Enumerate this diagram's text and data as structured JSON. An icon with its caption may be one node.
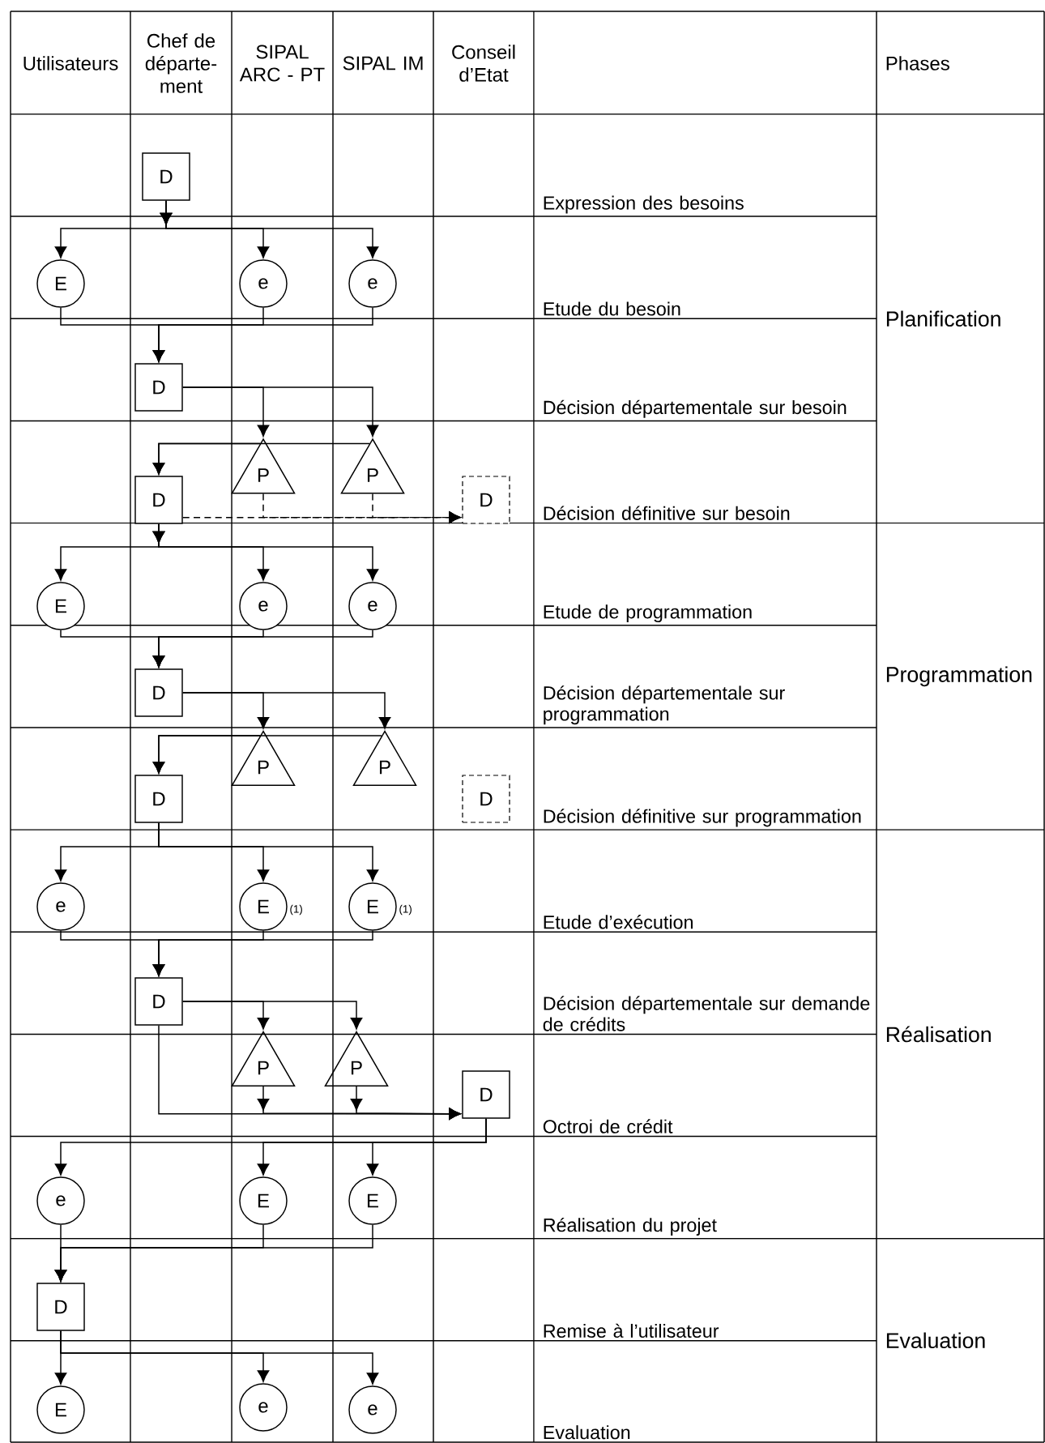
{
  "diagram": {
    "nodes": [
      {
        "text": [
          "D"
        ]
      },
      {
        "text": [
          "E"
        ]
      },
      {
        "text": [
          "e"
        ]
      },
      {
        "text": [
          "e"
        ]
      },
      {
        "text": [
          "D"
        ]
      },
      {
        "text": [
          "D"
        ]
      },
      {
        "text": [
          "P"
        ]
      },
      {
        "text": [
          "P"
        ]
      },
      {
        "text": [
          "D"
        ]
      },
      {
        "text": [
          "E"
        ]
      },
      {
        "text": [
          "e"
        ]
      },
      {
        "text": [
          "e"
        ]
      },
      {
        "text": [
          "D"
        ]
      },
      {
        "text": [
          "D"
        ]
      },
      {
        "text": [
          "P"
        ]
      },
      {
        "text": [
          "P"
        ]
      },
      {
        "text": [
          "D"
        ]
      },
      {
        "text": [
          "e"
        ]
      },
      {
        "text": [
          "E"
        ],
        "beside": [
          "(1)"
        ]
      },
      {
        "text": [
          "E"
        ],
        "beside": [
          "(1)"
        ]
      },
      {
        "text": [
          "D"
        ]
      },
      {
        "text": [
          "P"
        ]
      },
      {
        "text": [
          "P"
        ]
      },
      {
        "text": [
          "D"
        ]
      },
      {
        "text": [
          "e"
        ]
      },
      {
        "text": [
          "E"
        ]
      },
      {
        "text": [
          "E"
        ]
      },
      {
        "text": [
          "D"
        ]
      },
      {
        "text": [
          "E"
        ]
      },
      {
        "text": [
          "e"
        ]
      },
      {
        "text": [
          "e"
        ]
      }
    ],
    "edges": [
      {
        "from": 0,
        "to": 1,
        "arrow": "to"
      },
      {
        "from": 0,
        "to": 2,
        "arrow": "to"
      },
      {
        "from": 0,
        "to": 3,
        "arrow": "to"
      },
      {
        "from": 1,
        "to": 4,
        "arrow": "to"
      },
      {
        "from": 2,
        "to": 4,
        "arrow": "to"
      },
      {
        "from": 3,
        "to": 4,
        "arrow": "to"
      },
      {
        "from": 4,
        "to": 6,
        "arrow": "to"
      },
      {
        "from": 4,
        "to": 7,
        "arrow": "to"
      },
      {
        "from": 6,
        "to": 5,
        "arrow": "to"
      },
      {
        "from": 7,
        "to": 5,
        "arrow": "to"
      },
      {
        "from": 5,
        "to": 8,
        "arrow": "to",
        "style": "dashed"
      },
      {
        "from": 6,
        "to": 8,
        "arrow": "to",
        "style": "dashed"
      },
      {
        "from": 7,
        "to": 8,
        "arrow": "to",
        "style": "dashed"
      },
      {
        "from": 5,
        "to": 9,
        "arrow": "to"
      },
      {
        "from": 5,
        "to": 10,
        "arrow": "to"
      },
      {
        "from": 5,
        "to": 11,
        "arrow": "to"
      },
      {
        "from": 9,
        "to": 12,
        "arrow": "to"
      },
      {
        "from": 10,
        "to": 12,
        "arrow": "to"
      },
      {
        "from": 11,
        "to": 12,
        "arrow": "to"
      },
      {
        "from": 12,
        "to": 14,
        "arrow": "to"
      },
      {
        "from": 12,
        "to": 15,
        "arrow": "to"
      },
      {
        "from": 14,
        "to": 13,
        "arrow": "to"
      },
      {
        "from": 15,
        "to": 13,
        "arrow": "to"
      },
      {
        "from": 13,
        "to": 17,
        "arrow": "to"
      },
      {
        "from": 13,
        "to": 18,
        "arrow": "to"
      },
      {
        "from": 13,
        "to": 19,
        "arrow": "to"
      },
      {
        "from": 17,
        "to": 20,
        "arrow": "to"
      },
      {
        "from": 18,
        "to": 20,
        "arrow": "to"
      },
      {
        "from": 19,
        "to": 20,
        "arrow": "to"
      },
      {
        "from": 20,
        "to": 21,
        "arrow": "to"
      },
      {
        "from": 20,
        "to": 22,
        "arrow": "to"
      },
      {
        "from": 20,
        "to": 23,
        "arrow": "to"
      },
      {
        "from": 21,
        "to": 23,
        "arrow": "to"
      },
      {
        "from": 22,
        "to": 23,
        "arrow": "to"
      },
      {
        "from": 23,
        "to": 24,
        "arrow": "to"
      },
      {
        "from": 23,
        "to": 25,
        "arrow": "to"
      },
      {
        "from": 23,
        "to": 26,
        "arrow": "to"
      },
      {
        "from": 24,
        "to": 27,
        "arrow": "to"
      },
      {
        "from": 25,
        "to": 27,
        "arrow": "to"
      },
      {
        "from": 26,
        "to": 27,
        "arrow": "to"
      },
      {
        "from": 27,
        "to": 28,
        "arrow": "to"
      },
      {
        "from": 27,
        "to": 29,
        "arrow": "to"
      },
      {
        "from": 27,
        "to": 30,
        "arrow": "to"
      }
    ],
    "labels": [
      "Utilisateurs",
      "Chef de départe-ment",
      "SIPAL ARC - PT",
      "SIPAL IM",
      "Conseil d’Etat",
      "Phases",
      "Expression des besoins",
      "Etude du besoin",
      "Décision départementale sur besoin",
      "Décision définitive sur besoin",
      "Etude de programmation",
      "Décision départementale sur programmation",
      "Décision définitive sur programmation",
      "Etude d’exécution",
      "Décision départementale sur demande de crédits",
      "Octroi de crédit",
      "Réalisation du projet",
      "Remise à l’utilisateur",
      "Evaluation",
      "Planification",
      "Programmation",
      "Réalisation",
      "Evaluation"
    ]
  }
}
